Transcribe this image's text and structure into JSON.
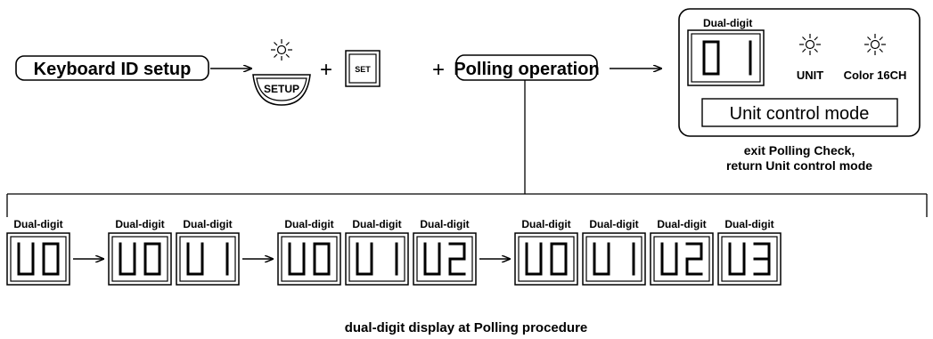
{
  "top_row": {
    "keyboard_id_setup": "Keyboard ID setup",
    "setup_button": "SETUP",
    "set_button": "SET",
    "plus": "+",
    "polling_operation": "Polling operation"
  },
  "panel": {
    "dual_digit_label": "Dual-digit",
    "display_value": "01",
    "unit_led_label": "UNIT",
    "color_led_label": "Color 16CH",
    "mode_box": "Unit control mode",
    "note_line1": "exit Polling Check,",
    "note_line2": "return Unit control mode"
  },
  "sequence": {
    "display_label": "Dual-digit",
    "groups": [
      [
        "U0"
      ],
      [
        "U0",
        "U1"
      ],
      [
        "U0",
        "U1",
        "U2"
      ],
      [
        "U0",
        "U1",
        "U2",
        "U3"
      ]
    ]
  },
  "caption": "dual-digit display at Polling procedure",
  "colors": {
    "line": "#000000",
    "background": "#ffffff"
  }
}
